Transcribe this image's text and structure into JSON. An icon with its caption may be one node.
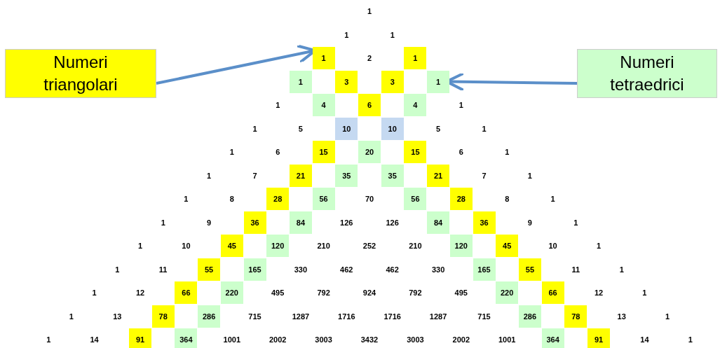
{
  "diagram": {
    "nodes": [
      {
        "text": [
          "Numeri triangolari"
        ]
      },
      {
        "text": [
          "1"
        ]
      },
      {
        "text": [
          "Numeri tetraedrici"
        ]
      },
      {
        "text": [
          "1"
        ]
      }
    ],
    "edges": [
      {
        "from": 0,
        "to": 1,
        "arrow": "to"
      },
      {
        "from": 2,
        "to": 3,
        "arrow": "to"
      }
    ],
    "labels": [
      "1",
      "1",
      "1",
      "2",
      "1",
      "1",
      "3",
      "3",
      "1",
      "4",
      "6",
      "4",
      "1",
      "1",
      "5",
      "10",
      "10",
      "5",
      "1",
      "1",
      "6",
      "15",
      "20",
      "15",
      "6",
      "1",
      "1",
      "7",
      "21",
      "35",
      "35",
      "21",
      "7",
      "1",
      "1",
      "8",
      "28",
      "56",
      "70",
      "56",
      "28",
      "8",
      "1",
      "1",
      "9",
      "36",
      "84",
      "126",
      "126",
      "84",
      "36",
      "9",
      "1",
      "1",
      "10",
      "45",
      "120",
      "210",
      "252",
      "210",
      "120",
      "45",
      "10",
      "1",
      "1",
      "11",
      "55",
      "165",
      "330",
      "462",
      "462",
      "330",
      "165",
      "55",
      "11",
      "1",
      "1",
      "12",
      "66",
      "220",
      "495",
      "792",
      "924",
      "792",
      "495",
      "220",
      "66",
      "12",
      "1",
      "1",
      "13",
      "78",
      "286",
      "715",
      "1287",
      "1716",
      "1716",
      "1287",
      "715",
      "286",
      "78",
      "13",
      "1",
      "1",
      "14",
      "91",
      "364",
      "1001",
      "2002",
      "3003",
      "3432",
      "3003",
      "2002",
      "1001",
      "364",
      "91",
      "14",
      "1"
    ]
  }
}
